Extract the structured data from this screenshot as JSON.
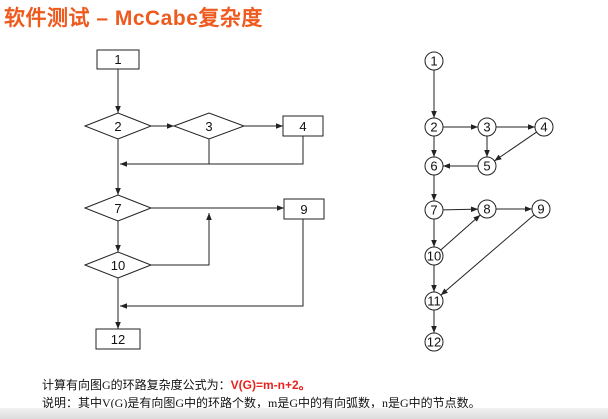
{
  "title": "软件测试 – McCabe复杂度",
  "flowchart": {
    "nodes": [
      {
        "id": "1",
        "shape": "box"
      },
      {
        "id": "2",
        "shape": "diamond"
      },
      {
        "id": "3",
        "shape": "diamond"
      },
      {
        "id": "4",
        "shape": "box"
      },
      {
        "id": "7",
        "shape": "diamond"
      },
      {
        "id": "9",
        "shape": "box"
      },
      {
        "id": "10",
        "shape": "diamond"
      },
      {
        "id": "12",
        "shape": "box"
      }
    ]
  },
  "flowgraph": {
    "nodes": [
      "1",
      "2",
      "3",
      "4",
      "5",
      "6",
      "7",
      "8",
      "9",
      "10",
      "11",
      "12"
    ],
    "edges": [
      [
        "1",
        "2"
      ],
      [
        "2",
        "3"
      ],
      [
        "3",
        "4"
      ],
      [
        "3",
        "5"
      ],
      [
        "4",
        "5"
      ],
      [
        "5",
        "6"
      ],
      [
        "2",
        "6"
      ],
      [
        "6",
        "7"
      ],
      [
        "7",
        "8"
      ],
      [
        "8",
        "9"
      ],
      [
        "7",
        "10"
      ],
      [
        "10",
        "8"
      ],
      [
        "10",
        "11"
      ],
      [
        "9",
        "11"
      ],
      [
        "11",
        "12"
      ]
    ]
  },
  "caption": {
    "line1_prefix": "计算有向图G的环路复杂度公式为：",
    "formula": "V(G)=m-n+2。",
    "line2": "说明：其中V(G)是有向图G中的环路个数，m是G中的有向弧数，n是G中的节点数。"
  },
  "colors": {
    "title": "#ee5a1e",
    "formula": "#e8231f",
    "stroke": "#222222"
  }
}
